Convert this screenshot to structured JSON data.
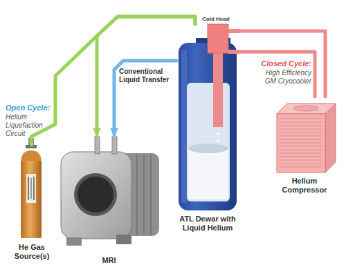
{
  "diagram": {
    "nodes": [
      {
        "text": [
          "He Gas Source(s)"
        ]
      },
      {
        "text": [
          "MRI"
        ]
      },
      {
        "text": [
          "ATL Dewar with Liquid Helium"
        ]
      },
      {
        "text": [
          "Helium Compressor"
        ]
      }
    ],
    "edges": [
      {
        "from": 0,
        "to": 2,
        "arrow": "none"
      },
      {
        "from": 2,
        "to": 1,
        "arrow": "to"
      },
      {
        "from": 2,
        "to": 1,
        "label": "Conventional Liquid Transfer",
        "arrow": "to"
      },
      {
        "from": 2,
        "to": 3,
        "arrow": "none"
      },
      {
        "from": 2,
        "to": 3,
        "arrow": "none"
      }
    ],
    "labels": [
      "Open Cycle:",
      "Helium Liquefaction Circuit",
      "Cold Head",
      "Closed Cycle:",
      "High Efficiency GM Cryocooler"
    ]
  }
}
